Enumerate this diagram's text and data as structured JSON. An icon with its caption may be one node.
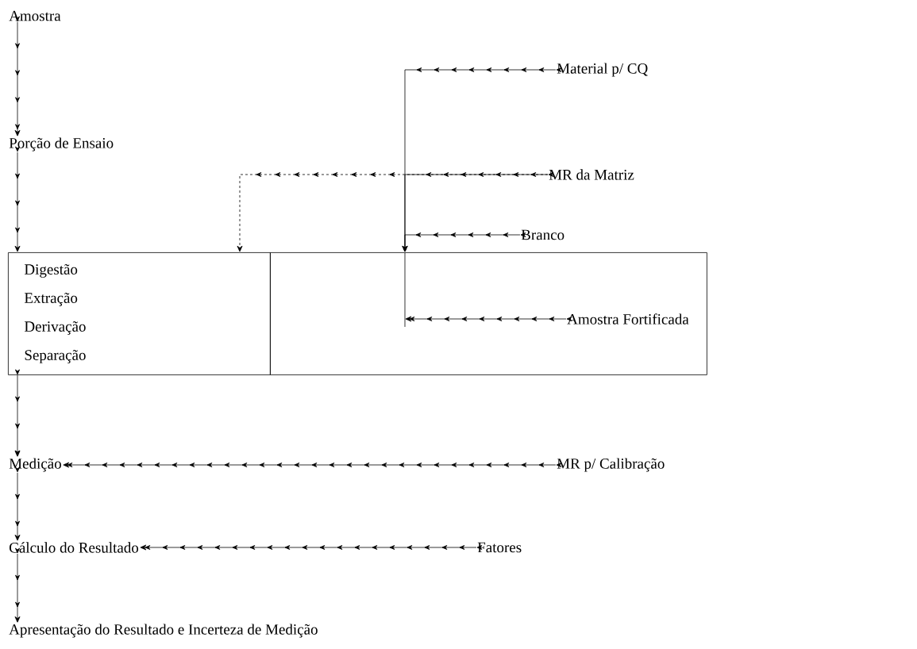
{
  "diagram": {
    "nodes": [
      {
        "text": [
          "Amostra"
        ]
      },
      {
        "text": [
          "Porção de Ensaio"
        ]
      },
      {
        "text": [
          "Digestão",
          "Extração",
          "Derivação",
          "Separação"
        ]
      },
      {
        "text": [],
        "shape": "box"
      },
      {
        "text": [
          "Medição"
        ]
      },
      {
        "text": [
          "Cálculo do Resultado"
        ]
      },
      {
        "text": [
          "Apresentação do Resultado e Incerteza de Medição"
        ]
      },
      {
        "text": [
          "Material p/ CQ"
        ]
      },
      {
        "text": [
          "MR da Matriz"
        ]
      },
      {
        "text": [
          "Branco"
        ]
      },
      {
        "text": [
          "Amostra Fortificada"
        ],
        "in": 3
      },
      {
        "text": [
          "MR p/ Calibração"
        ]
      },
      {
        "text": [
          "Fatores"
        ]
      }
    ],
    "edges": [
      {
        "from": 0,
        "to": 1,
        "arrow": "to"
      },
      {
        "from": 1,
        "to": 2,
        "arrow": "to"
      },
      {
        "from": 2,
        "to": 4,
        "arrow": "to"
      },
      {
        "from": 4,
        "to": 5,
        "arrow": "to"
      },
      {
        "from": 5,
        "to": 6,
        "arrow": "to"
      },
      {
        "from": 7,
        "to": 3,
        "arrow": "to"
      },
      {
        "from": 8,
        "to": 3,
        "arrow": "to"
      },
      {
        "from": 8,
        "to": 2,
        "arrow": "to",
        "style": "dashed"
      },
      {
        "from": 9,
        "to": 3,
        "arrow": "to"
      },
      {
        "from": 10,
        "to": 3,
        "arrow": "to"
      },
      {
        "from": 11,
        "to": 4,
        "arrow": "to"
      },
      {
        "from": 12,
        "to": 5,
        "arrow": "to"
      }
    ]
  }
}
